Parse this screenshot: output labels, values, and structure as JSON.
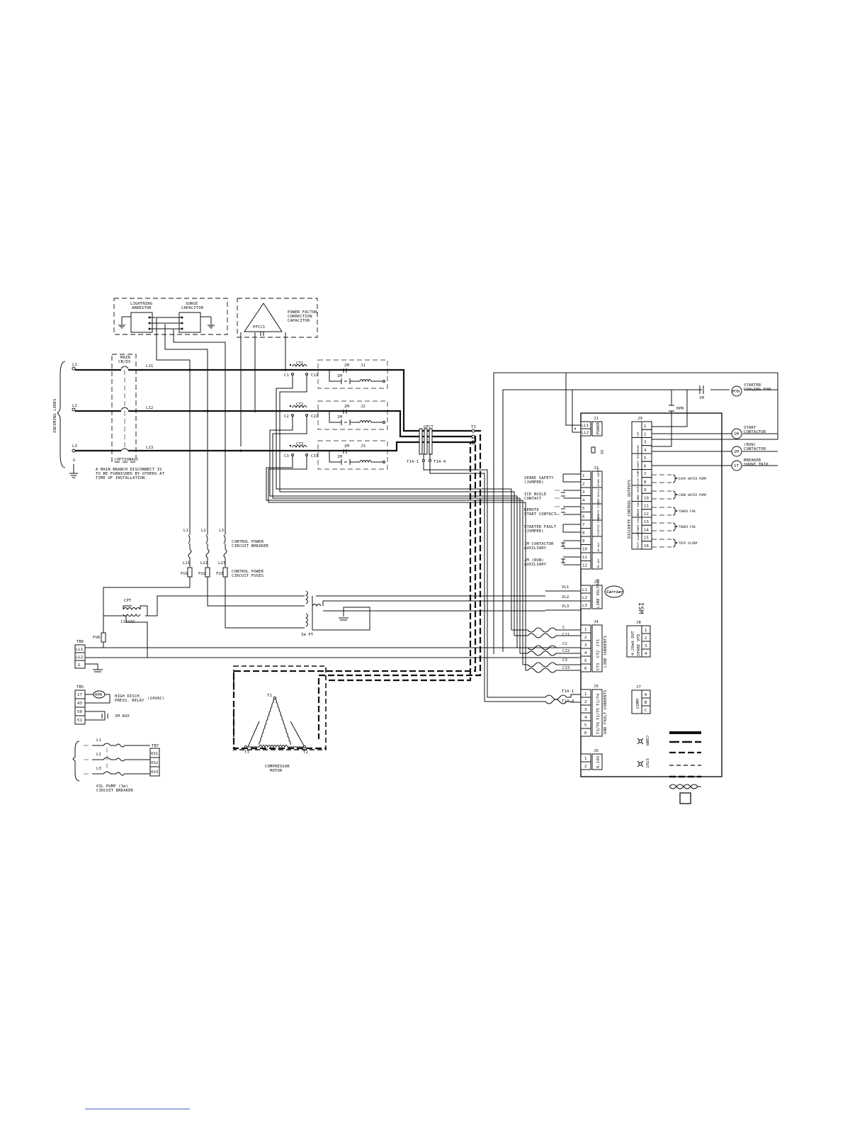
{
  "lightning": {
    "line1": "LIGHTNING",
    "line2": "ARRESTOR"
  },
  "surge": {
    "line1": "SURGE",
    "line2": "CAPACITOR"
  },
  "pfc": {
    "line1": "POWER FACTOR",
    "line2": "CORRECTION",
    "line3": "CAPACITOR",
    "pfcc": "PFCC1"
  },
  "incoming": "INCOMING LINES",
  "lines": [
    "L1",
    "L2",
    "L3",
    "G"
  ],
  "main_disc": {
    "line1": "MAIN",
    "line2": "CB/DS",
    "optional": "(OPTIONAL)"
  },
  "load_lines": [
    "L11",
    "L12",
    "L13"
  ],
  "note": [
    "A MAIN BRANCH DISCONNECT IS",
    "TO BE FURNISHED BY OTHERS AT",
    "TIME OF INSTALLATION."
  ],
  "ct": [
    "CT1",
    "CT2",
    "CT3"
  ],
  "ct_c": [
    "C1",
    "C2",
    "C3"
  ],
  "ct_cc": [
    "C11",
    "C22",
    "C33"
  ],
  "contact_2m": "2M",
  "contact_1m": "1M",
  "jj": [
    "J1",
    "J2",
    "J3"
  ],
  "gfct": "GFCT",
  "t_labels": [
    "T1",
    "T2",
    "T3"
  ],
  "t14": [
    "T14-1",
    "T14-4"
  ],
  "cb": {
    "labels": [
      "L1",
      "L2",
      "L3"
    ],
    "title1": "CONTROL POWER",
    "title2": "CIRCUIT BREAKER"
  },
  "fuse": {
    "l2x": [
      "L21",
      "L22",
      "L23"
    ],
    "fu": [
      "FU1",
      "FU2",
      "FU3"
    ],
    "title1": "CONTROL POWER",
    "title2": "CIRCUIT FUSES"
  },
  "cpt": "CPT",
  "vac115": "115VAC",
  "fu8": "FU8",
  "pt": "3ø PT",
  "tb6": {
    "title": "TB6",
    "rows": [
      "LL1",
      "LL2",
      "G"
    ]
  },
  "tb5": {
    "title": "TB5",
    "rows": [
      "17",
      "43",
      "50",
      "51"
    ],
    "hpr": "HPR",
    "relay1": "HIGH DISCH.",
    "relay2": "PRESS. RELAY",
    "vac24": "(24VAC)",
    "aux": "1M AUX"
  },
  "tb7": {
    "title": "TB7",
    "rows": [
      "OS1",
      "OS2",
      "OS3"
    ],
    "l": [
      "L1",
      "L2",
      "L3"
    ],
    "cap1": "OIL PUMP (3ø)",
    "cap2": "CIRCUIT BREAKER"
  },
  "motor": {
    "t": [
      "T1",
      "T3",
      "T2"
    ],
    "line1": "COMPRESSOR",
    "line2": "MOTOR"
  },
  "fan": {
    "line1": "STARTER",
    "line2": "COOLING FAN",
    "mtr": "MTR",
    "m1": "1M",
    "hpr": "HPR"
  },
  "coils": [
    {
      "id": "1M",
      "l1": "START",
      "l2": "CONTACTOR"
    },
    {
      "id": "2M",
      "l1": "(RUN)",
      "l2": "CONTACTOR"
    },
    {
      "id": "ST",
      "l1": "BREAKER",
      "l2": "SHUNT TRIP"
    }
  ],
  "j1": {
    "title": "J1",
    "rows": [
      "LL1",
      "LL2"
    ],
    "lbl": "POWER"
  },
  "vc": "VC",
  "j2": {
    "title": "J2",
    "rows": [
      "1",
      "2",
      "3",
      "4",
      "5",
      "6",
      "7",
      "8",
      "9",
      "10",
      "11",
      "12"
    ],
    "groups": [
      "SPARE SAFETY",
      "ICE BUILD",
      "REMOTE START",
      "STARTER FAULT",
      "1M AUX",
      "2M AUX"
    ]
  },
  "j2_inputs": [
    {
      "l1": "SPARE SAFETY",
      "l2": "(JUMPER)"
    },
    {
      "l1": "ICE BUILD",
      "l2": "CONTACT"
    },
    {
      "l1": "REMOTE",
      "l2": "START CONTACT"
    },
    {
      "l1": "STARTER FAULT",
      "l2": "(JUMPER)"
    },
    {
      "l1": "1M CONTACTOR",
      "l2": "AUXILIARY"
    },
    {
      "l1": "2M (RUN)",
      "l2": "AUXILIARY"
    }
  ],
  "j3": {
    "title": "J3",
    "rows": [
      "L1",
      "L2",
      "L3"
    ],
    "lbl": "LINE VOLTAGE",
    "v": [
      "VL1",
      "VL2",
      "VL3"
    ]
  },
  "j4": {
    "title": "J4",
    "rows": [
      "1",
      "2",
      "3",
      "4",
      "5",
      "6"
    ],
    "lbl": [
      "CT1",
      "CT2",
      "CT3"
    ],
    "cap": "LINE CURRENTS",
    "c": [
      "C",
      "C11",
      "C2",
      "C22",
      "C3",
      "C33"
    ]
  },
  "j5": {
    "title": "J5",
    "rows": [
      "1",
      "2",
      "3",
      "4",
      "5",
      "6"
    ],
    "lbl": [
      "T1/T4",
      "T2/T5",
      "T3/T6"
    ],
    "cap": "GND FAULT CURRENTS",
    "t": [
      "T14-1",
      "T14-4"
    ]
  },
  "j6": {
    "title": "J6",
    "rows": [
      "1",
      "2"
    ],
    "lbl": "0-10V"
  },
  "j7": {
    "title": "J7",
    "rows": [
      "A",
      "B",
      "C"
    ],
    "lbl": "COMM"
  },
  "j8": {
    "title": "J8",
    "rows": [
      "1",
      "2",
      "3",
      "4"
    ],
    "lbl1": "4-20mA OUT",
    "lbl2": "VFD",
    "lbl3": "SPARE"
  },
  "j9": {
    "title": "J9",
    "rows": [
      "1",
      "2",
      "3",
      "4",
      "5",
      "6",
      "7",
      "8",
      "9",
      "10",
      "11",
      "12",
      "13",
      "14",
      "15",
      "16"
    ],
    "groups": [
      "1CR",
      "TRANS",
      "SHUNT TRIP",
      "EVAP PUMP",
      "COND PUMP",
      "TOWER FAN LO",
      "TOWER FAN HI",
      "TRIP ALARM"
    ],
    "cap": "DISCRETE CONTROL OUTPUTS"
  },
  "outputs": [
    "EVAP WATER PUMP",
    "COND WATER PUMP",
    "TOWER FAN",
    "TOWER FAN",
    "TRIP ALARM"
  ],
  "ism": "ISM",
  "logo": "Carrier",
  "comm": "COMM",
  "stat": "STAT"
}
